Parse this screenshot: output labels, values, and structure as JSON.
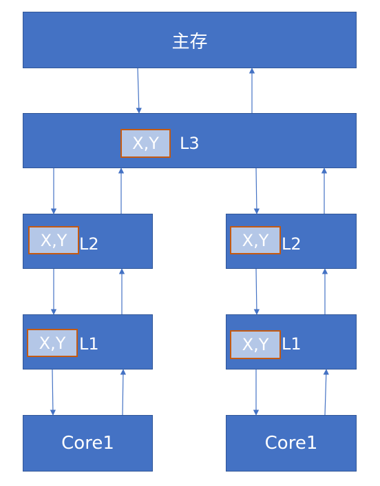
{
  "memory": {
    "label": "主存"
  },
  "l3": {
    "label": "L3",
    "tag": "X,Y"
  },
  "left": {
    "l2": {
      "label": "L2",
      "tag": "X,Y"
    },
    "l1": {
      "label": "L1",
      "tag": "X,Y"
    },
    "core": {
      "label": "Core1"
    }
  },
  "right": {
    "l2": {
      "label": "L2",
      "tag": "X,Y"
    },
    "l1": {
      "label": "L1",
      "tag": "X,Y"
    },
    "core": {
      "label": "Core1"
    }
  },
  "colors": {
    "box_fill": "#4472c4",
    "box_border": "#2f5597",
    "tag_fill": "#b4c7e7",
    "tag_border": "#c55a11",
    "arrow": "#4472c4"
  }
}
